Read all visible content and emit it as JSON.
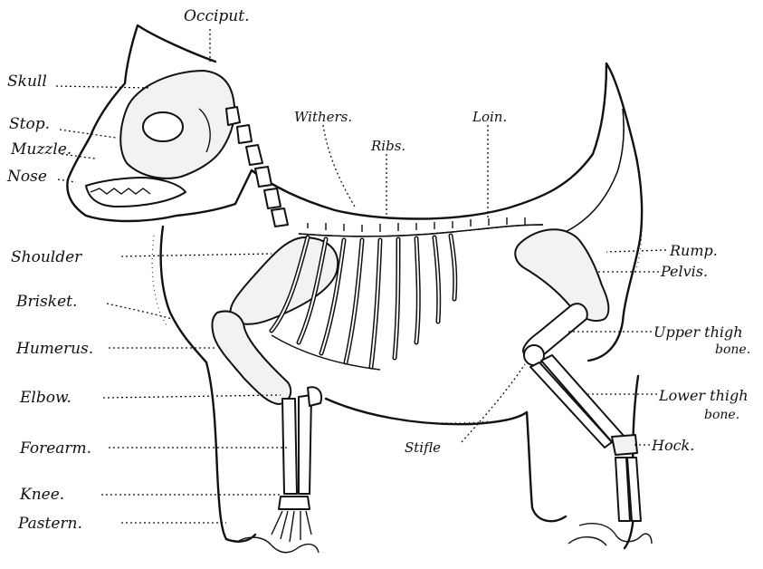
{
  "labels": {
    "occiput": "Occiput.",
    "skull": "Skull",
    "stop": "Stop.",
    "muzzle": "Muzzle.",
    "nose": "Nose",
    "withers": "Withers.",
    "ribs": "Ribs.",
    "loin": "Loin.",
    "shoulder": "Shoulder",
    "brisket": "Brisket.",
    "humerus": "Humerus.",
    "elbow": "Elbow.",
    "forearm": "Forearm.",
    "knee": "Knee.",
    "pastern": "Pastern.",
    "rump": "Rump.",
    "pelvis": "Pelvis.",
    "upper_thigh_line1": "Upper thigh",
    "upper_thigh_line2": "bone.",
    "lower_thigh_line1": "Lower thigh",
    "lower_thigh_line2": "bone.",
    "hock": "Hock.",
    "stifle": "Stifle"
  },
  "colors": {
    "ink": "#111111",
    "paper": "#ffffff"
  }
}
